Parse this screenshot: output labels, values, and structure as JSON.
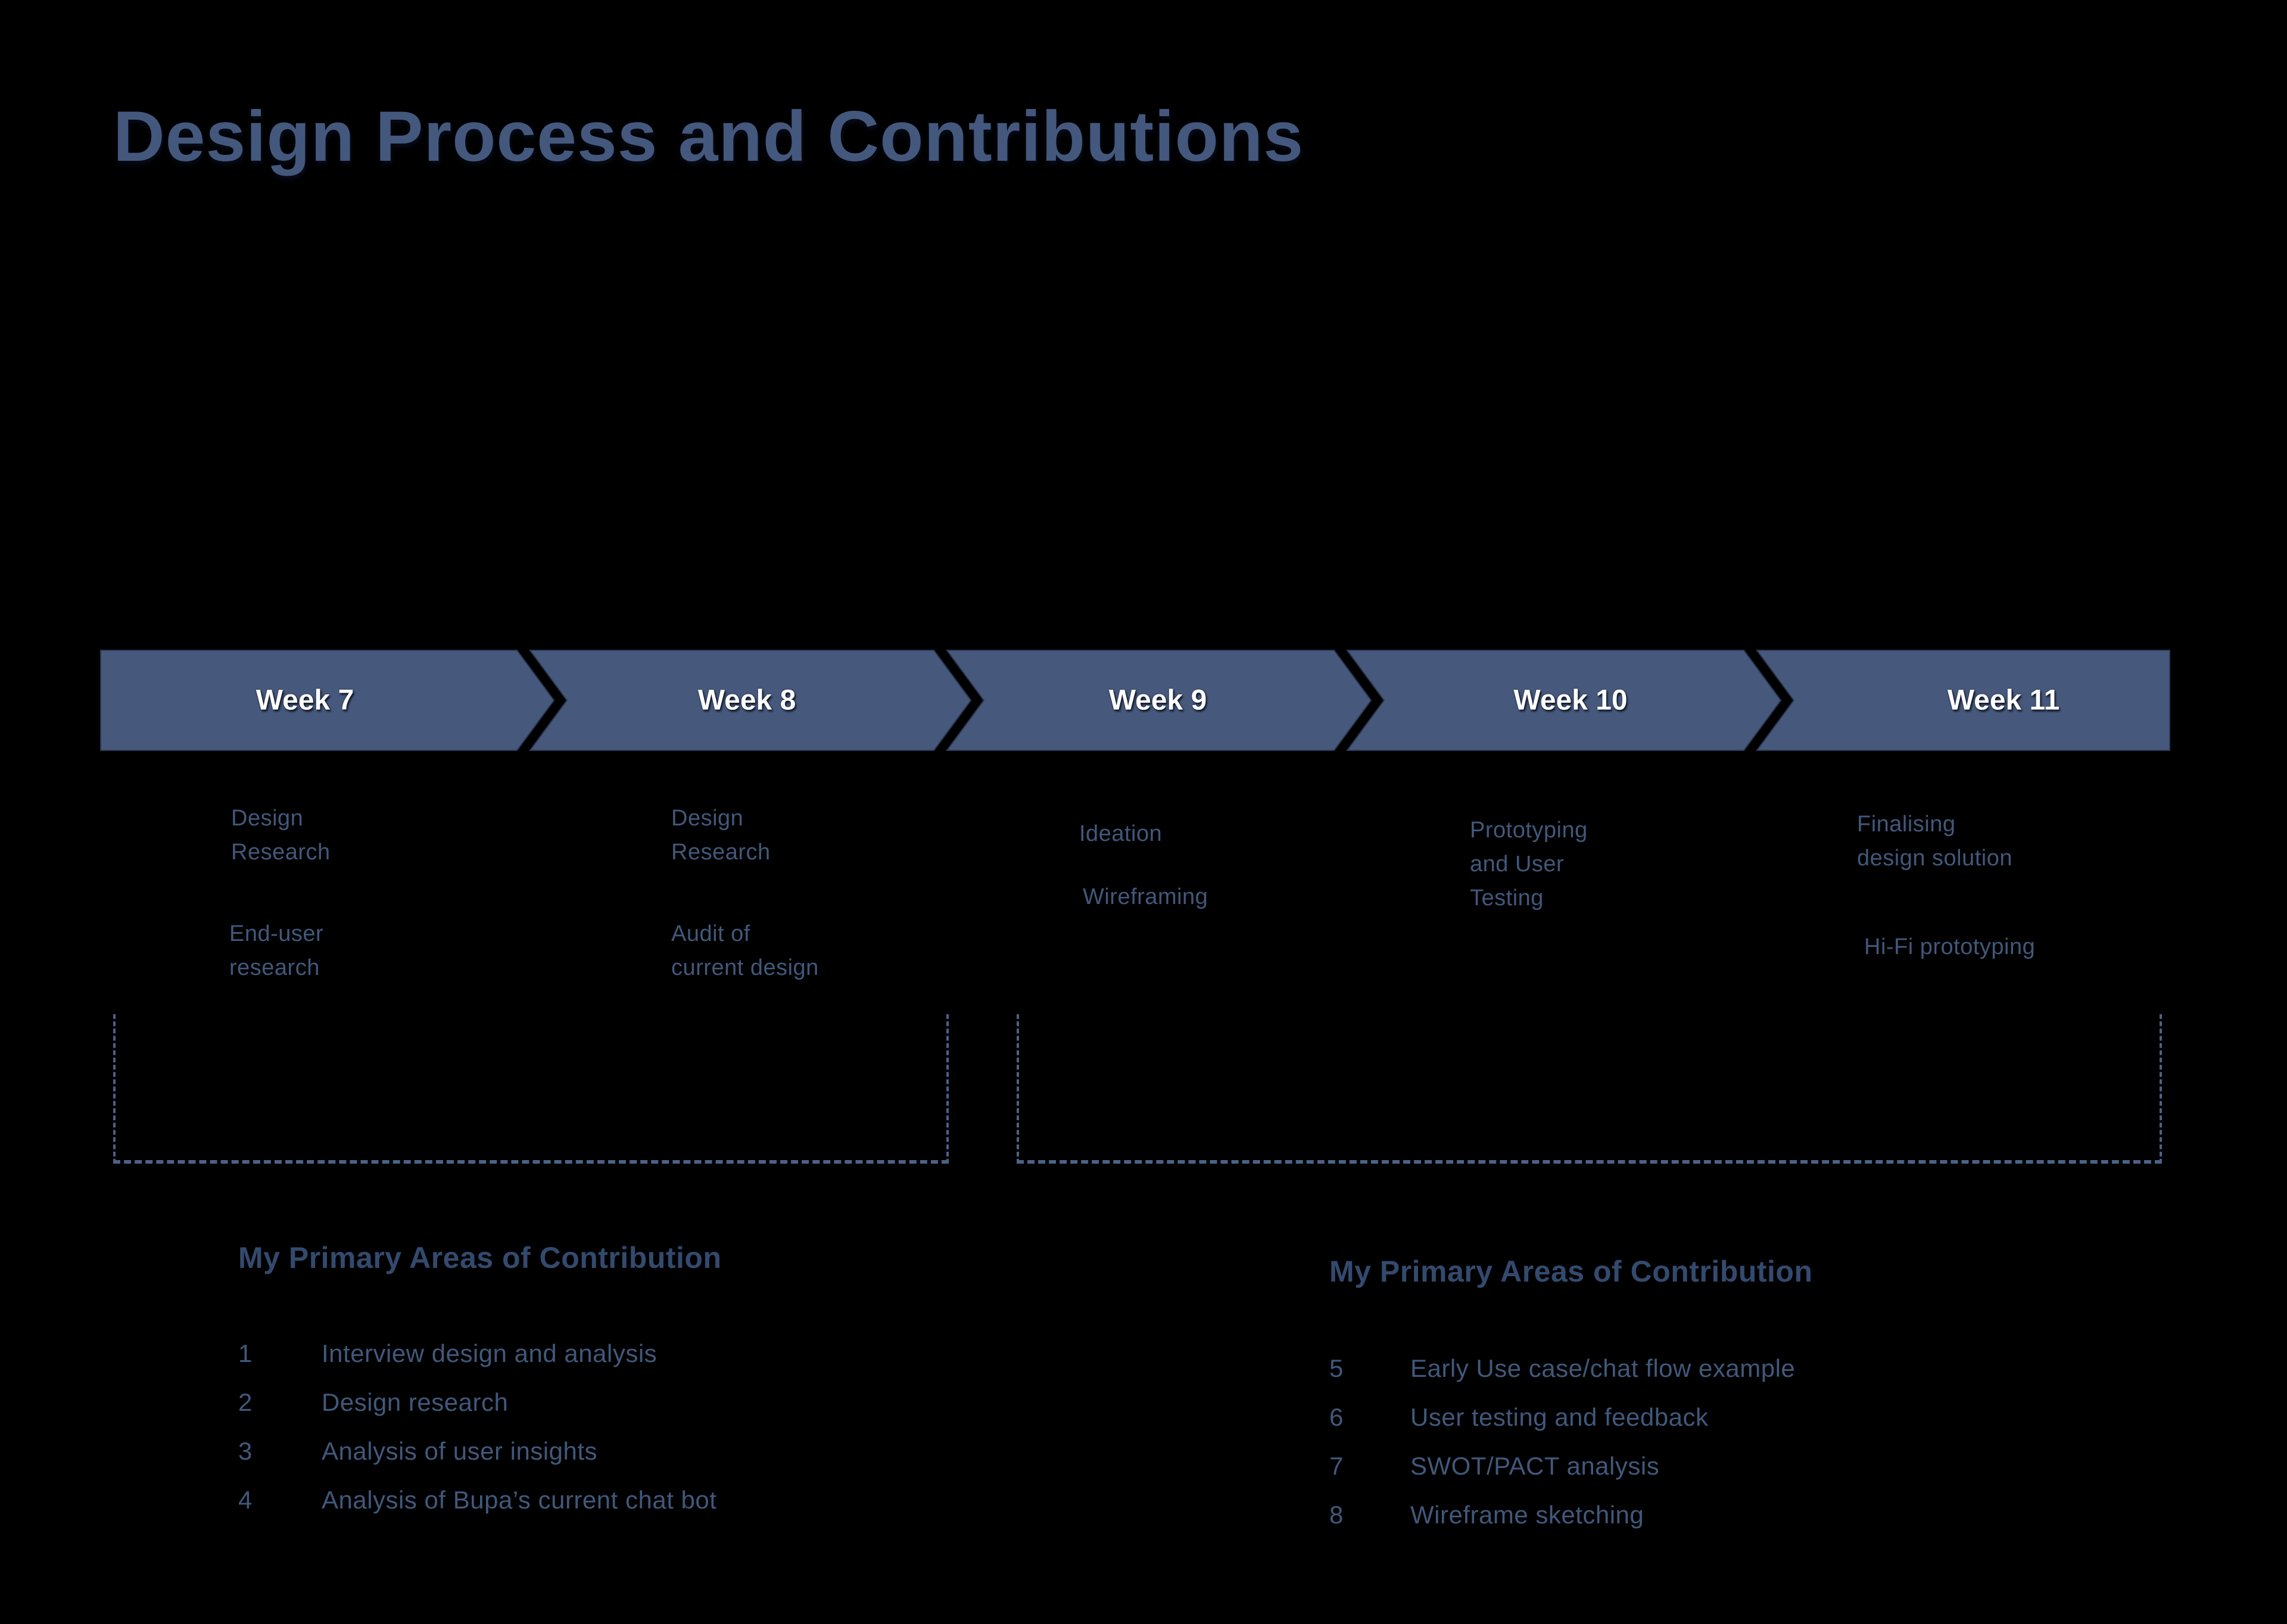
{
  "slide": {
    "title": "Design Process and Contributions"
  },
  "colors": {
    "background": "#000000",
    "title_text": "#44587d",
    "chevron_fill": "#46597c",
    "chevron_stroke": "#2c3a56",
    "week_label_text": "#ffffff",
    "activity_text": "#41587b",
    "dashed_box_border": "#4c6288",
    "heading_text": "#334a6e",
    "list_text": "#41587b"
  },
  "timeline": {
    "weeks": [
      {
        "label": "Week 7",
        "activities": [
          "Design\nResearch",
          "End-user\nresearch"
        ]
      },
      {
        "label": "Week 8",
        "activities": [
          "Design\nResearch",
          "Audit of\ncurrent design"
        ]
      },
      {
        "label": "Week 9",
        "activities": [
          "Ideation",
          "Wireframing"
        ]
      },
      {
        "label": "Week 10",
        "activities": [
          "Prototyping\nand User\nTesting"
        ]
      },
      {
        "label": "Week 11",
        "activities": [
          "Finalising\ndesign solution",
          "Hi-Fi prototyping"
        ]
      }
    ]
  },
  "contributions": {
    "left": {
      "heading": "My Primary Areas of Contribution",
      "items": [
        {
          "number": "1",
          "text": "Interview design and analysis"
        },
        {
          "number": "2",
          "text": "Design research"
        },
        {
          "number": "3",
          "text": "Analysis of user insights"
        },
        {
          "number": "4",
          "text": "Analysis of Bupa’s current chat bot"
        }
      ]
    },
    "right": {
      "heading": "My Primary Areas of Contribution",
      "items": [
        {
          "number": "5",
          "text": "Early Use case/chat flow example"
        },
        {
          "number": "6",
          "text": "User testing and feedback"
        },
        {
          "number": "7",
          "text": "SWOT/PACT analysis"
        },
        {
          "number": "8",
          "text": "Wireframe sketching"
        }
      ]
    }
  }
}
